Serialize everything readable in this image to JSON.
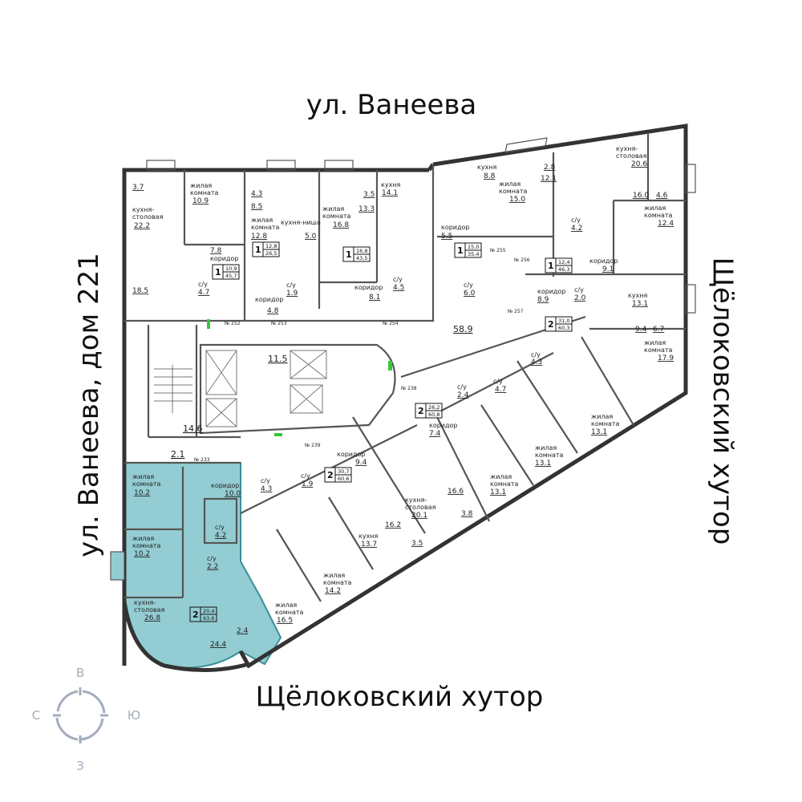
{
  "streets": {
    "top": "ул. Ванеева",
    "left": "ул. Ванеева, дом 221",
    "right": "Щёлоковский хутор",
    "bottom": "Щёлоковский хутор"
  },
  "compass": {
    "north_label": "В",
    "west_label": "С",
    "east_label": "Ю",
    "south_label": "З",
    "color": "#a3adbd"
  },
  "highlight_color": "#93cdd3",
  "apartments": [
    {
      "rooms": "1",
      "living": "10,9",
      "total": "45,7",
      "labels": [
        "3.7",
        "жилая",
        "комната",
        "10.9",
        "кухня-",
        "столовая",
        "22.2",
        "18.5",
        "7.8",
        "коридор",
        "с/у",
        "4.7"
      ]
    },
    {
      "rooms": "1",
      "living": "12,8",
      "total": "26,5",
      "labels": [
        "4.3",
        "8.5",
        "жилая",
        "комната",
        "12.8",
        "кухня-ниша",
        "5.0",
        "с/у",
        "1.9",
        "коридор",
        "4.8"
      ]
    },
    {
      "rooms": "1",
      "living": "16,8",
      "total": "43,5",
      "labels": [
        "3.5",
        "кухня",
        "14.1",
        "13.3",
        "жилая",
        "комната",
        "16.8",
        "коридор",
        "8.1",
        "с/у",
        "4.5"
      ]
    },
    {
      "rooms": "1",
      "living": "15,0",
      "total": "35,4",
      "labels": [
        "кухня",
        "8.8",
        "жилая",
        "комната",
        "15.0",
        "2.8",
        "12.1",
        "коридор",
        "5.5",
        "с/у",
        "6.0"
      ]
    },
    {
      "rooms": "1",
      "living": "12,4",
      "total": "46,3",
      "labels": [
        "кухня-",
        "столовая",
        "20.6",
        "16.0",
        "4.6",
        "жилая",
        "комната",
        "12.4",
        "с/у",
        "4.2",
        "коридор",
        "9.1"
      ]
    },
    {
      "rooms": "2",
      "living": "31,0",
      "total": "60,3",
      "labels": [
        "коридор",
        "8.9",
        "с/у",
        "2.0",
        "кухня",
        "13.1",
        "9.4",
        "6.7",
        "жилая",
        "комната",
        "17.9"
      ]
    },
    {
      "rooms": "2",
      "living": "26,2",
      "total": "60,8",
      "labels": [
        "с/у",
        "4.3",
        "с/у",
        "2.4",
        "с/у",
        "4.7",
        "коридор",
        "7.4",
        "жилая",
        "комната",
        "13.1",
        "жилая",
        "комната",
        "13.1",
        "жилая",
        "комната",
        "13.1",
        "16.6",
        "3.8"
      ]
    },
    {
      "rooms": "2",
      "living": "30,7",
      "total": "60,6",
      "labels": [
        "коридор",
        "9.4",
        "с/у",
        "1.9",
        "кухня-",
        "столовая",
        "20.1",
        "16.2",
        "кухня",
        "13.7",
        "3.5",
        "жилая",
        "комната",
        "14.2",
        "жилая",
        "комната",
        "16.5",
        "с/у",
        "4.3"
      ]
    },
    {
      "rooms": "2",
      "living": "20,4",
      "total": "63,6",
      "selected": true,
      "labels": [
        "жилая",
        "комната",
        "10.2",
        "коридор",
        "10.0",
        "с/у",
        "4.2",
        "жилая",
        "комната",
        "10.2",
        "с/у",
        "2.2",
        "кухня-",
        "столовая",
        "26.8",
        "24.4",
        "2.4"
      ]
    }
  ],
  "common": {
    "hall": "58.9",
    "lobby": "11.5",
    "stairs": "14.6",
    "vestibule": "2.1"
  },
  "unit_numbers": [
    "№ 252",
    "№ 253",
    "№ 254",
    "№ 255",
    "№ 256",
    "№ 257",
    "№ 238",
    "№ 239",
    "№ 233"
  ]
}
